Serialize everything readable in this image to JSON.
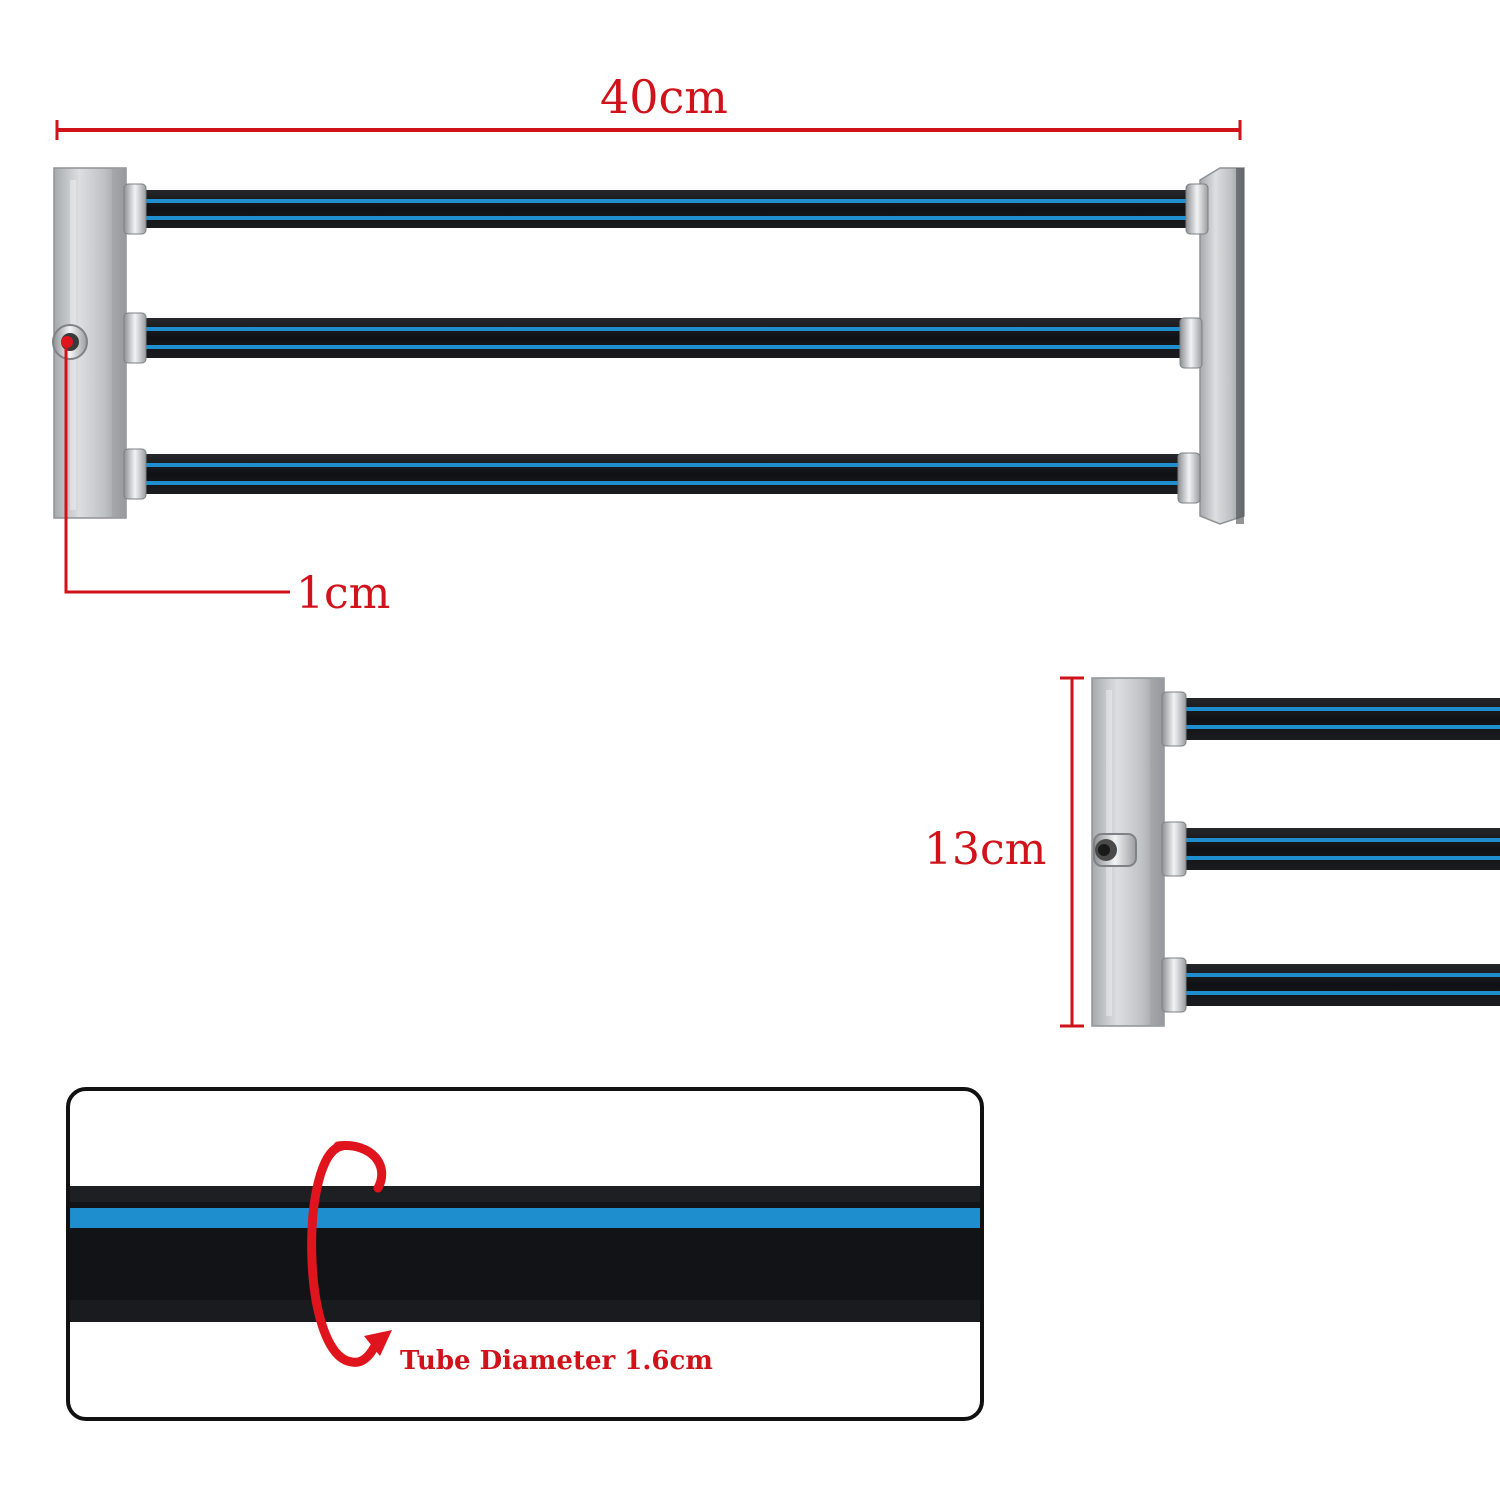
{
  "labels": {
    "length": "40cm",
    "inlet": "1cm",
    "height": "13cm",
    "diameter": "Tube Diameter 1.6cm"
  },
  "colors": {
    "annotation": "#d0121b",
    "tube_black": "#141418",
    "tube_stripe": "#1f8ecf",
    "steel": "#c9cbcd",
    "inset_border": "#111111"
  },
  "icons": {
    "rotation": "circular-arrow-icon"
  }
}
